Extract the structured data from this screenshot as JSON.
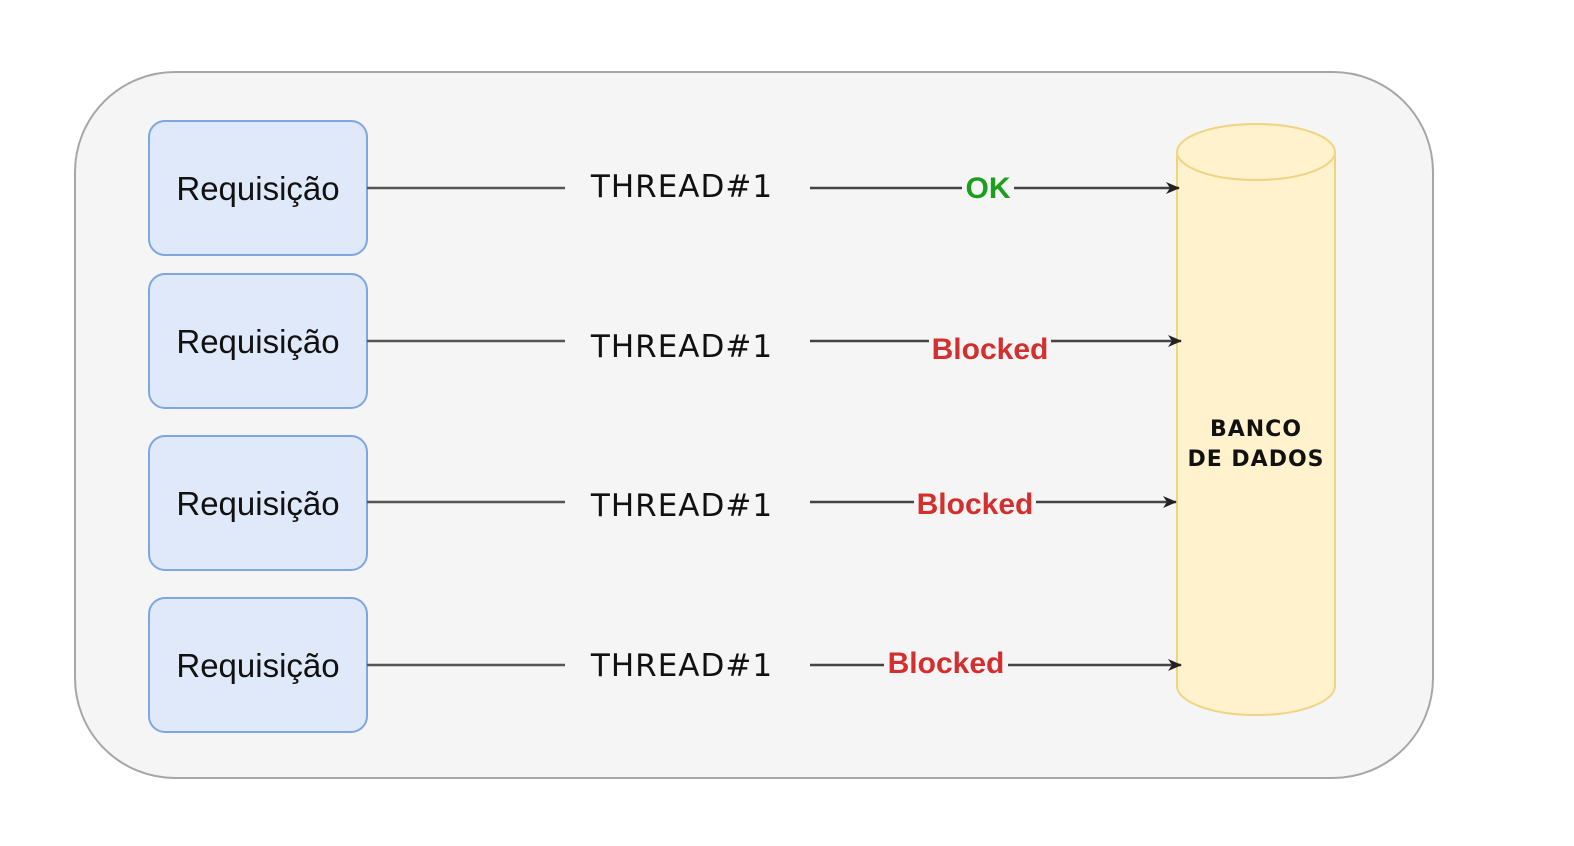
{
  "diagram": {
    "database": {
      "label_line1": "BANCO",
      "label_line2": "DE DADOS"
    },
    "colors": {
      "frame_fill": "#f5f5f5",
      "frame_stroke": "#a6a6a6",
      "request_fill": "#dfe9f9",
      "request_stroke": "#7ea6e0",
      "database_fill": "#fff2cc",
      "database_stroke": "#f0d484",
      "ok": "#1e9e1e",
      "blocked": "#d32f2f",
      "line": "#444444"
    },
    "rows": [
      {
        "request": "Requisição",
        "thread": "THREAD#1",
        "status": "OK",
        "status_kind": "ok"
      },
      {
        "request": "Requisição",
        "thread": "THREAD#1",
        "status": "Blocked",
        "status_kind": "blocked"
      },
      {
        "request": "Requisição",
        "thread": "THREAD#1",
        "status": "Blocked",
        "status_kind": "blocked"
      },
      {
        "request": "Requisição",
        "thread": "THREAD#1",
        "status": "Blocked",
        "status_kind": "blocked"
      }
    ]
  }
}
